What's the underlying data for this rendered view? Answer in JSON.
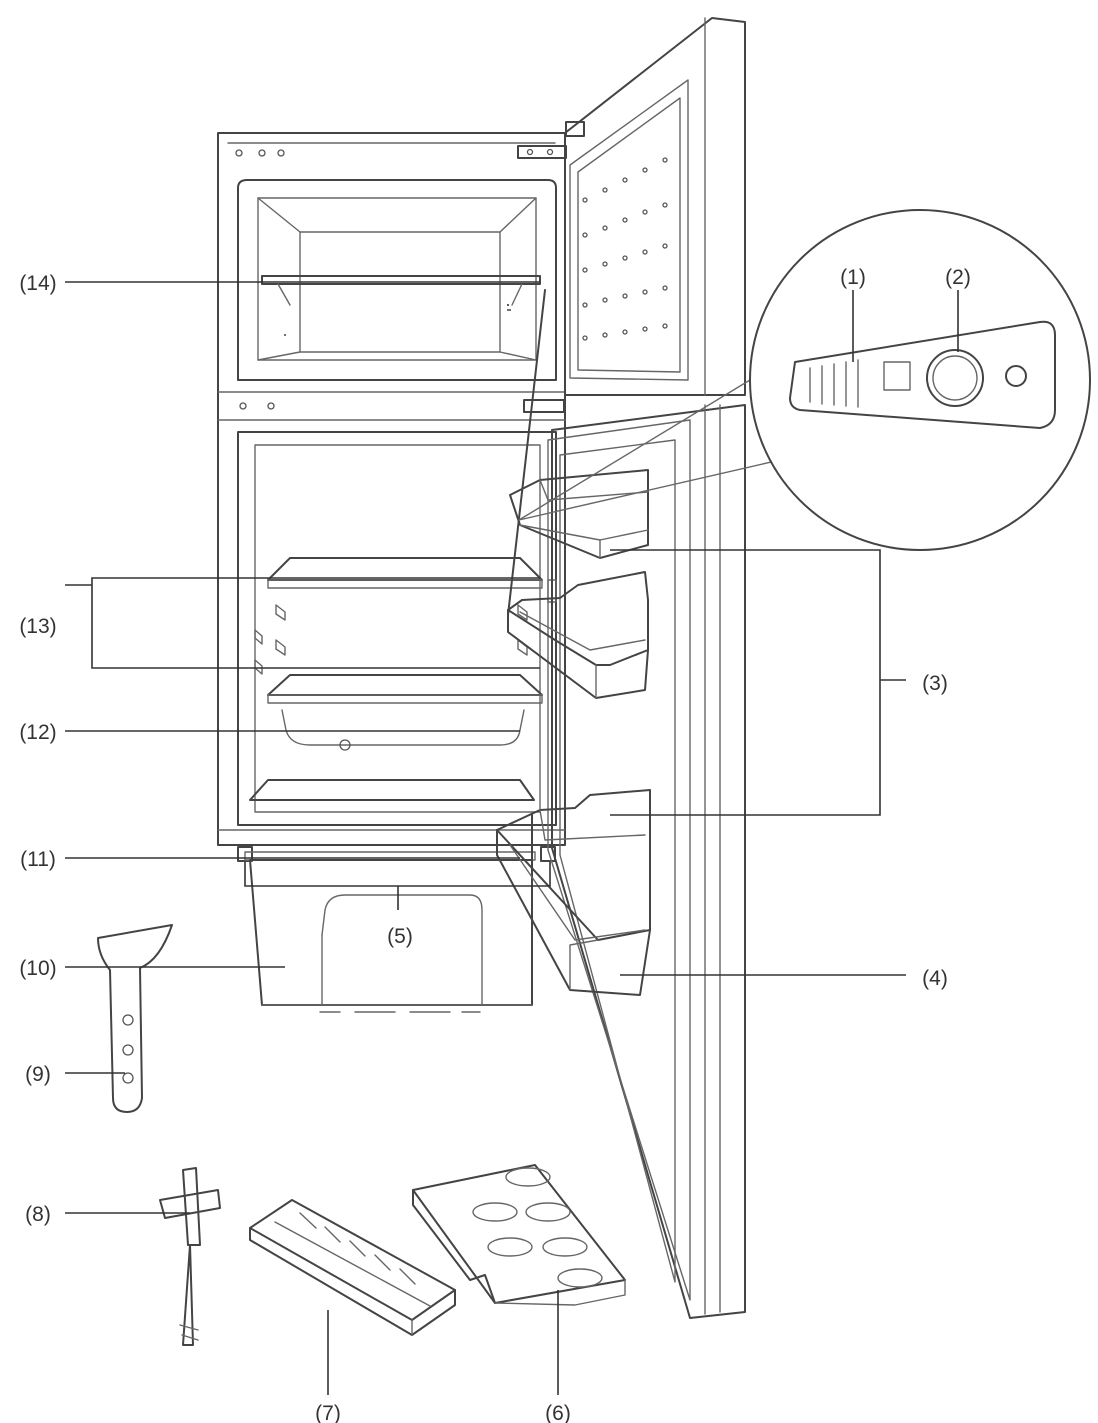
{
  "labels": {
    "control_panel": "(1)",
    "thermostat_knob": "(2)",
    "door_shelves": "(3)",
    "bottle_shelf": "(4)",
    "adjustable_feet": "(5)",
    "egg_tray": "(6)",
    "ice_tray": "(7)",
    "drain_cleaner": "(8)",
    "ice_scraper": "(9)",
    "crisper": "(10)",
    "crisper_cover": "(11)",
    "drain_channel": "(12)",
    "fridge_shelves": "(13)",
    "freezer_shelf": "(14)"
  },
  "colors": {
    "line": "#444444",
    "label": "#333333"
  }
}
